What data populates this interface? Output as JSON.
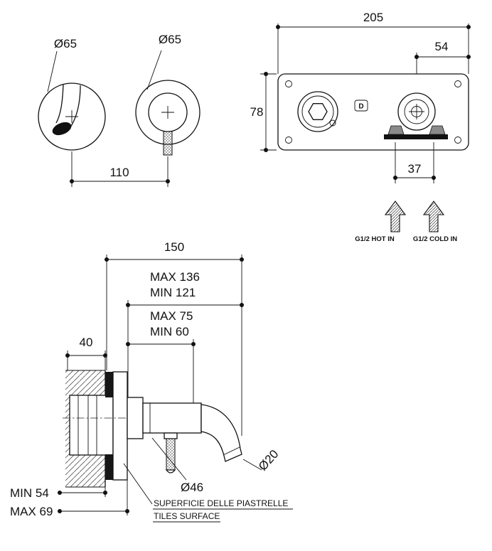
{
  "drawing": {
    "front_view": {
      "spout_diameter": "Ø65",
      "handle_diameter": "Ø65",
      "center_distance": "110"
    },
    "mounting_box": {
      "width": "205",
      "valve_offset": "54",
      "height": "78",
      "inlet_spacing": "37",
      "hot_inlet": "G1/2 HOT IN",
      "cold_inlet": "G1/2 COLD IN",
      "brand_mark": "D"
    },
    "side_view": {
      "spout_reach": "150",
      "reach_max": "MAX 136",
      "reach_min": "MIN 121",
      "body_max": "MAX 75",
      "body_min": "MIN 60",
      "wall_thickness": "40",
      "embed_min": "MIN 54",
      "embed_max": "MAX 69",
      "spout_tube_diameter": "Ø20",
      "flange_diameter": "Ø46",
      "tiles_surface_it": "SUPERFICIE DELLE PIASTRELLE",
      "tiles_surface_en": "TILES SURFACE"
    },
    "colors": {
      "ink": "#111111",
      "paper": "#ffffff"
    }
  }
}
